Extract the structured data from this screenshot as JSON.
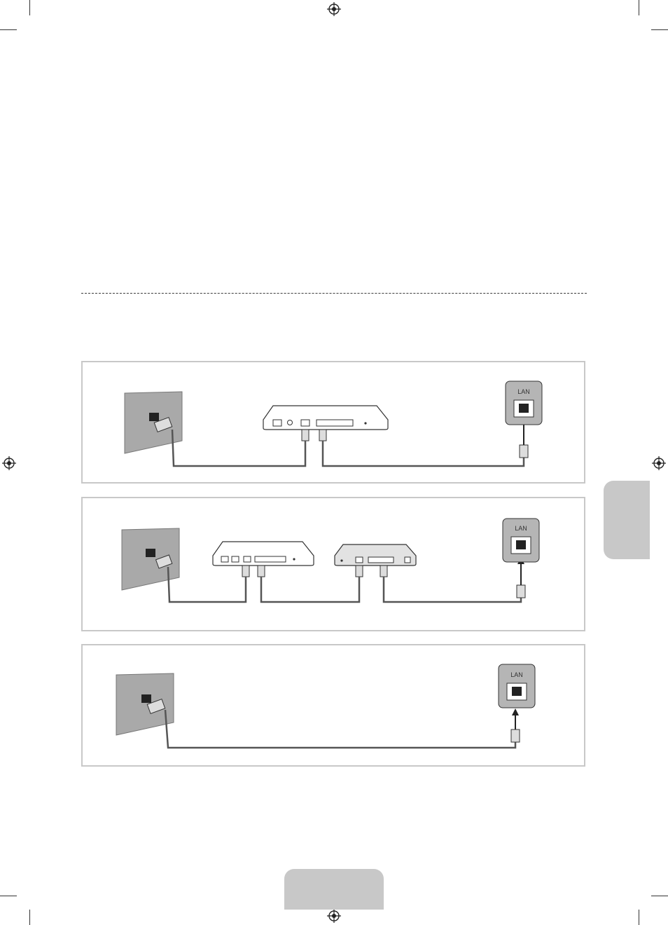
{
  "diagram": {
    "panels": [
      {
        "id": "wall-router-tv",
        "lan_label": "LAN"
      },
      {
        "id": "wall-modem-router-tv",
        "lan_label": "LAN"
      },
      {
        "id": "wall-tv",
        "lan_label": "LAN"
      }
    ]
  },
  "colors": {
    "wall": "#a9a9a9",
    "cable": "#555555",
    "panel_border": "#c8c8c8",
    "tab": "#c8c8c8"
  }
}
